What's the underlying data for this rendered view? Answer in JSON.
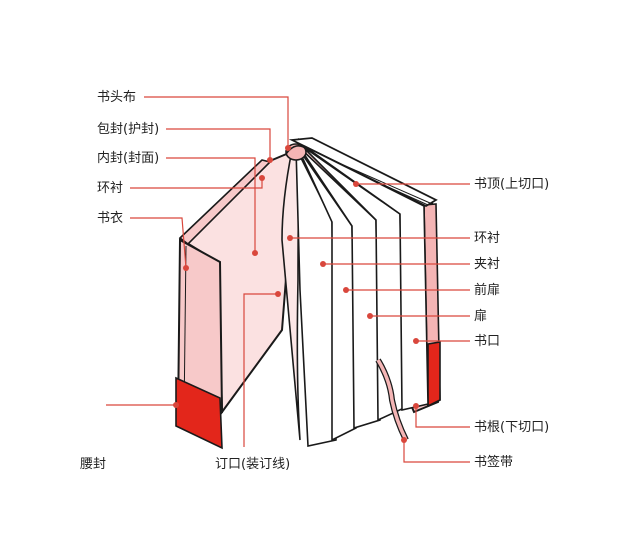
{
  "labels": {
    "head_band": "书头布",
    "dust_jacket": "包封(护封)",
    "cover": "内封(封面)",
    "endpaper_left": "环衬",
    "book_cloth": "书衣",
    "belly_band": "腰封",
    "gutter": "订口(装订线)",
    "top_edge": "书顶(上切口)",
    "endpaper_right": "环衬",
    "interleaf": "夹衬",
    "front_title": "前扉",
    "title_page": "扉",
    "fore_edge": "书口",
    "bottom_edge": "书根(下切口)",
    "bookmark_ribbon": "书签带"
  },
  "colors": {
    "accent": "#e3261b",
    "outline": "#1a1a1a",
    "cover_fill": "#f7c9c9",
    "inner_cover_fill": "#fbe1e1",
    "leader": "#d9473c"
  }
}
